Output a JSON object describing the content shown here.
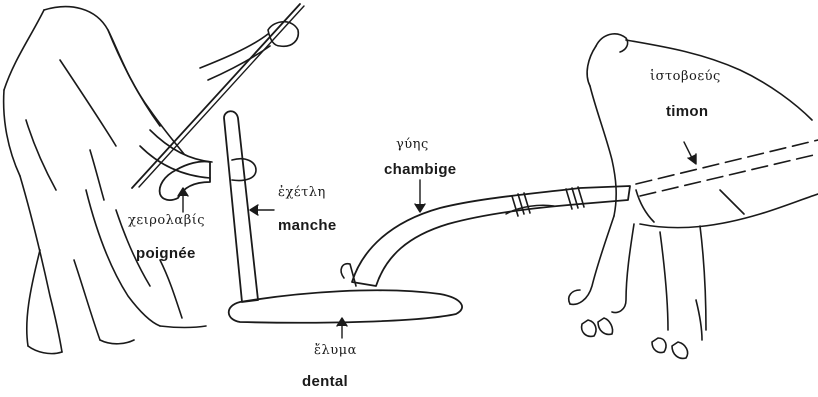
{
  "labels": {
    "handle": {
      "greek": "χειρολαβίς",
      "french": "poignée"
    },
    "stilt": {
      "greek": "ἐχέτλη",
      "french": "manche"
    },
    "beam": {
      "greek": "γύης",
      "french": "chambige"
    },
    "share_beam": {
      "greek": "ἔλυμα",
      "french": "dental"
    },
    "pole": {
      "greek": "ἱστοβοεύς",
      "french": "timon"
    }
  },
  "colors": {
    "ink": "#1a1a1a",
    "paper": "#ffffff"
  }
}
